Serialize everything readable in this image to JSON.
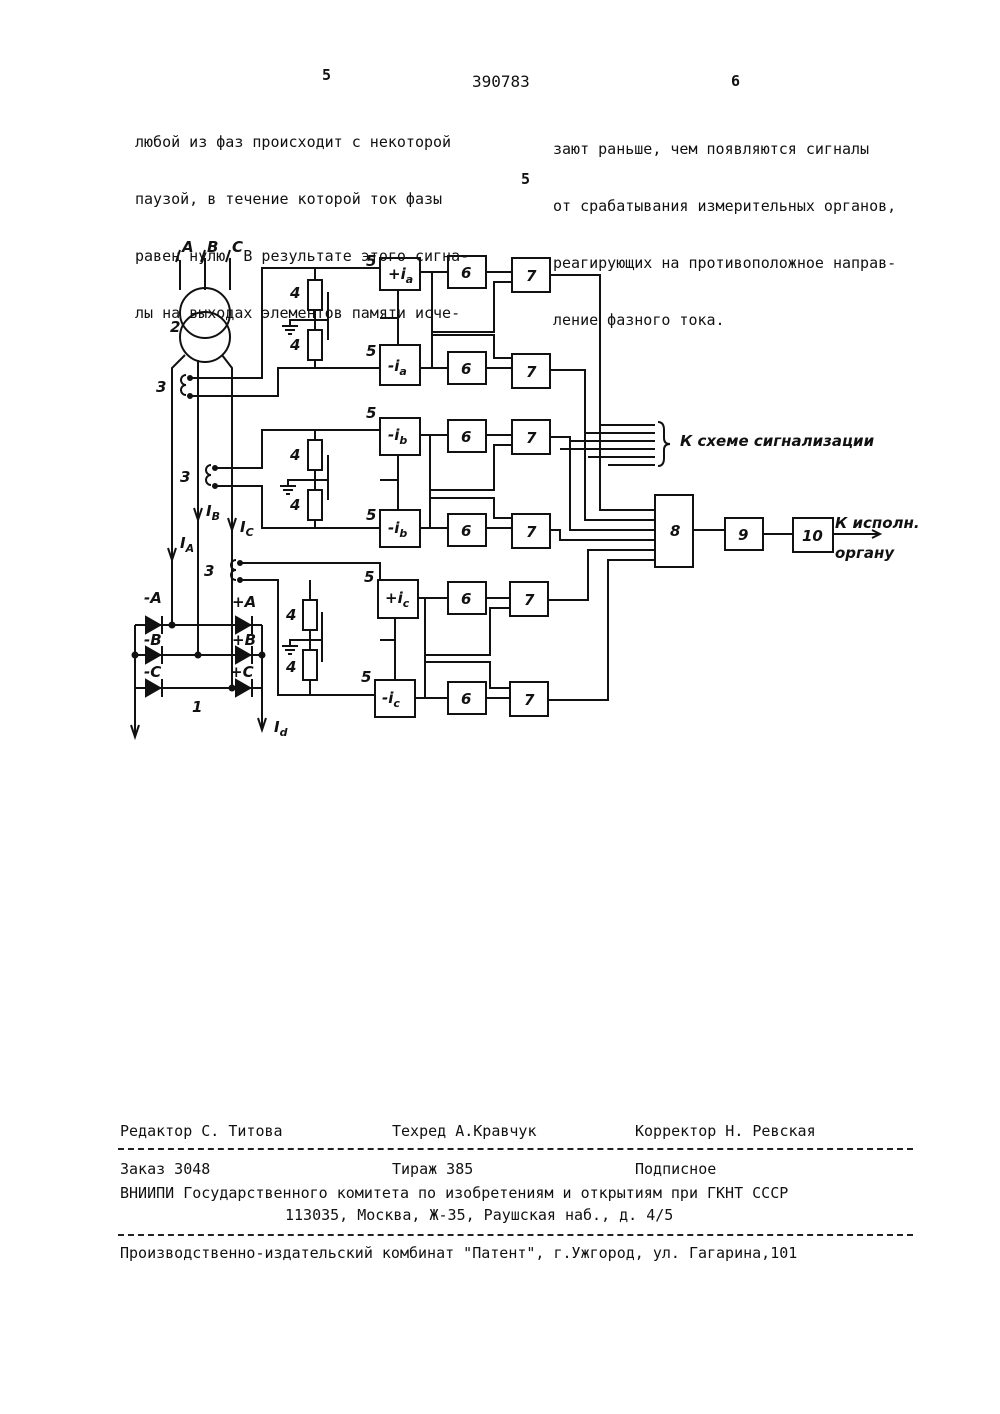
{
  "header": {
    "left_page": "5",
    "patent_number": "390783",
    "right_page": "6",
    "margin_line": "5"
  },
  "left_column": [
    "любой из фаз происходит с некоторой",
    "паузой, в течение которой ток фазы",
    "равен нулю. В результате этого сигна-",
    "лы на выходах элементов памяти исче-"
  ],
  "right_column": [
    "зают раньше, чем появляются сигналы",
    "от срабатывания измерительных органов,",
    "реагирующих на противоположное направ-",
    "ление фазного тока."
  ],
  "diagram": {
    "phase_labels": [
      "A",
      "B",
      "C"
    ],
    "transformer_label": "2",
    "rectifier_label": "1",
    "ct_label": "3",
    "resistor_label": "4",
    "sensor_label": "5",
    "memory_label": "6",
    "gate_label": "7",
    "combiner_label": "8",
    "block9_label": "9",
    "block10_label": "10",
    "sensor_blocks": [
      "+i",
      "-i",
      "-i",
      "-i",
      "+i",
      "-i"
    ],
    "sensor_subscripts": [
      "a",
      "a",
      "b",
      "b",
      "c",
      "c"
    ],
    "current_labels": [
      "I",
      "I",
      "I",
      "I"
    ],
    "current_subscripts": [
      "A",
      "B",
      "C",
      "d"
    ],
    "diode_labels": [
      "-A",
      "-B",
      "-C",
      "+A",
      "+B",
      "+C"
    ],
    "signal_note": "К схеме  сигнализации",
    "actuator_note_1": "К исполн.",
    "actuator_note_2": "органу"
  },
  "footer": {
    "editor": "Редактор С. Титова",
    "techred": "Техред А.Кравчук",
    "corrector": "Корректор Н. Ревская",
    "order": "Заказ 3048",
    "circulation": "Тираж 385",
    "subscription": "Подписное",
    "institution": "ВНИИПИ Государственного комитета по изобретениям и открытиям при ГКНТ СССР",
    "address": "113035, Москва, Ж-35, Раушская наб., д. 4/5",
    "publisher": "Производственно-издательский комбинат \"Патент\", г.Ужгород, ул. Гагарина,101"
  }
}
